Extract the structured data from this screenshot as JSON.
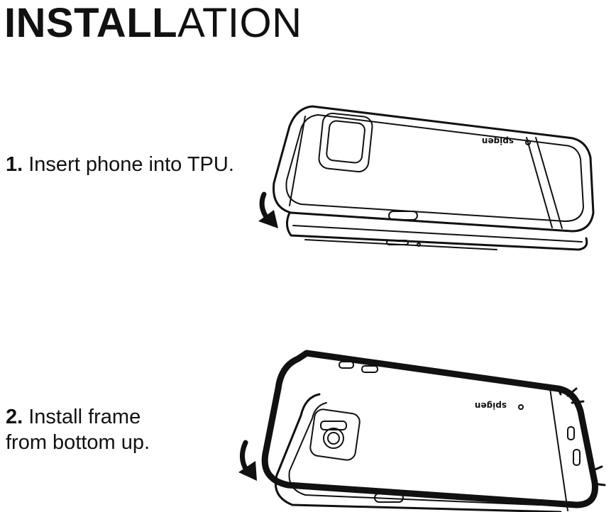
{
  "page": {
    "title_bold": "INSTALL",
    "title_light": "ATION"
  },
  "steps": [
    {
      "number": "1.",
      "lines": [
        "Insert phone into TPU."
      ]
    },
    {
      "number": "2.",
      "lines": [
        "Install frame",
        "from bottom up."
      ]
    }
  ],
  "brand": {
    "logo_text": "spigen"
  },
  "icons": [
    "curved-arrow-icon",
    "snap-lines-icon"
  ]
}
